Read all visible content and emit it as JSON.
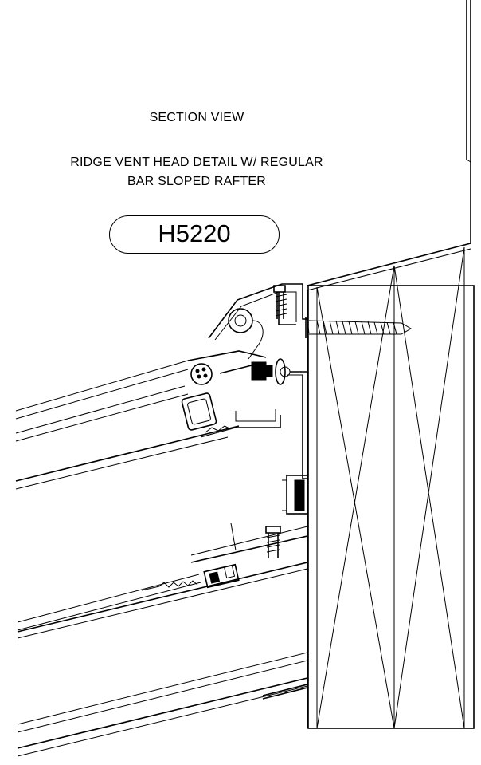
{
  "drawing": {
    "title": "SECTION VIEW",
    "subtitle_line1": "RIDGE VENT HEAD DETAIL W/ REGULAR",
    "subtitle_line2": "BAR SLOPED RAFTER",
    "detail_tag": "H5220"
  },
  "colors": {
    "line": "#000000",
    "background": "#ffffff"
  }
}
